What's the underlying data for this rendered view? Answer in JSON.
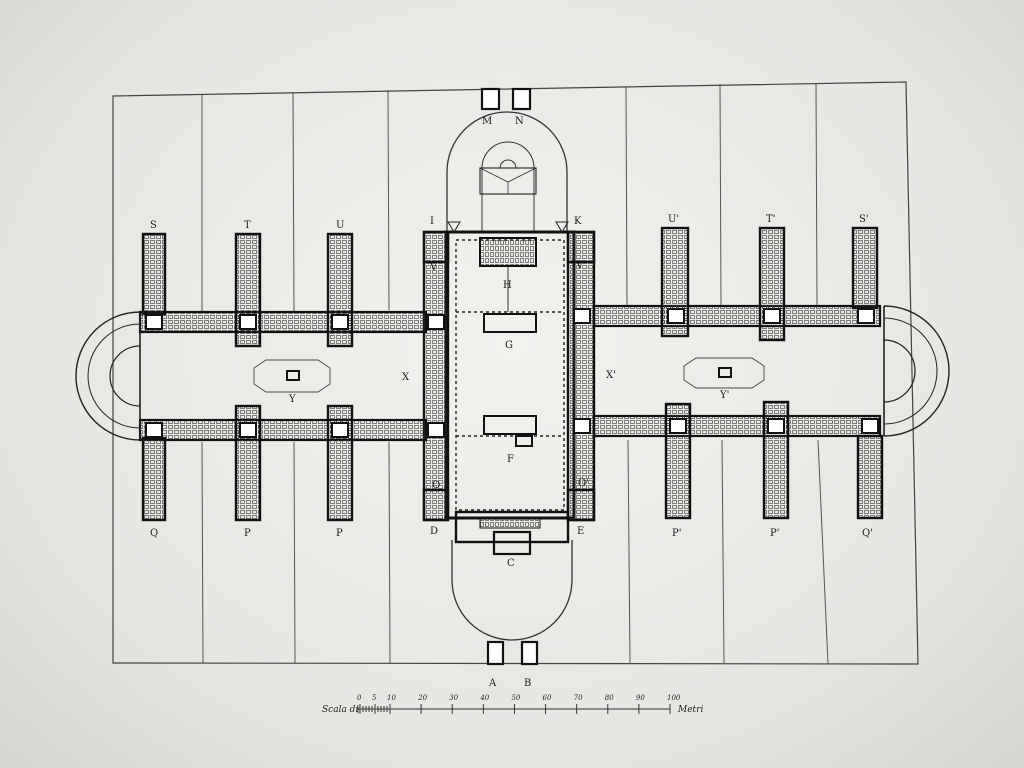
{
  "plan": {
    "labels": [
      {
        "id": "A",
        "text": "A"
      },
      {
        "id": "B",
        "text": "B"
      },
      {
        "id": "C",
        "text": "C"
      },
      {
        "id": "D",
        "text": "D"
      },
      {
        "id": "E",
        "text": "E"
      },
      {
        "id": "F",
        "text": "F"
      },
      {
        "id": "G",
        "text": "G"
      },
      {
        "id": "H",
        "text": "H"
      },
      {
        "id": "I",
        "text": "I"
      },
      {
        "id": "K",
        "text": "K"
      },
      {
        "id": "M",
        "text": "M"
      },
      {
        "id": "N",
        "text": "N"
      },
      {
        "id": "X",
        "text": "X"
      },
      {
        "id": "X1",
        "text": "X'"
      },
      {
        "id": "Y",
        "text": "Y"
      },
      {
        "id": "Y1",
        "text": "Y'"
      },
      {
        "id": "V",
        "text": "V"
      },
      {
        "id": "V1",
        "text": "V'"
      },
      {
        "id": "O",
        "text": "O"
      },
      {
        "id": "O1",
        "text": "O'"
      },
      {
        "id": "S",
        "text": "S"
      },
      {
        "id": "T",
        "text": "T"
      },
      {
        "id": "U",
        "text": "U"
      },
      {
        "id": "U1",
        "text": "U'"
      },
      {
        "id": "T1",
        "text": "T'"
      },
      {
        "id": "S1",
        "text": "S'"
      },
      {
        "id": "Q",
        "text": "Q"
      },
      {
        "id": "P_a",
        "text": "P"
      },
      {
        "id": "P_b",
        "text": "P"
      },
      {
        "id": "P1_a",
        "text": "P'"
      },
      {
        "id": "P1_b",
        "text": "P'"
      },
      {
        "id": "Q1",
        "text": "Q'"
      }
    ]
  },
  "scale": {
    "caption": "Scala di",
    "unit": "Metri",
    "ticks": [
      "0",
      "5",
      "10",
      "20",
      "30",
      "40",
      "50",
      "60",
      "70",
      "80",
      "90",
      "100"
    ]
  }
}
